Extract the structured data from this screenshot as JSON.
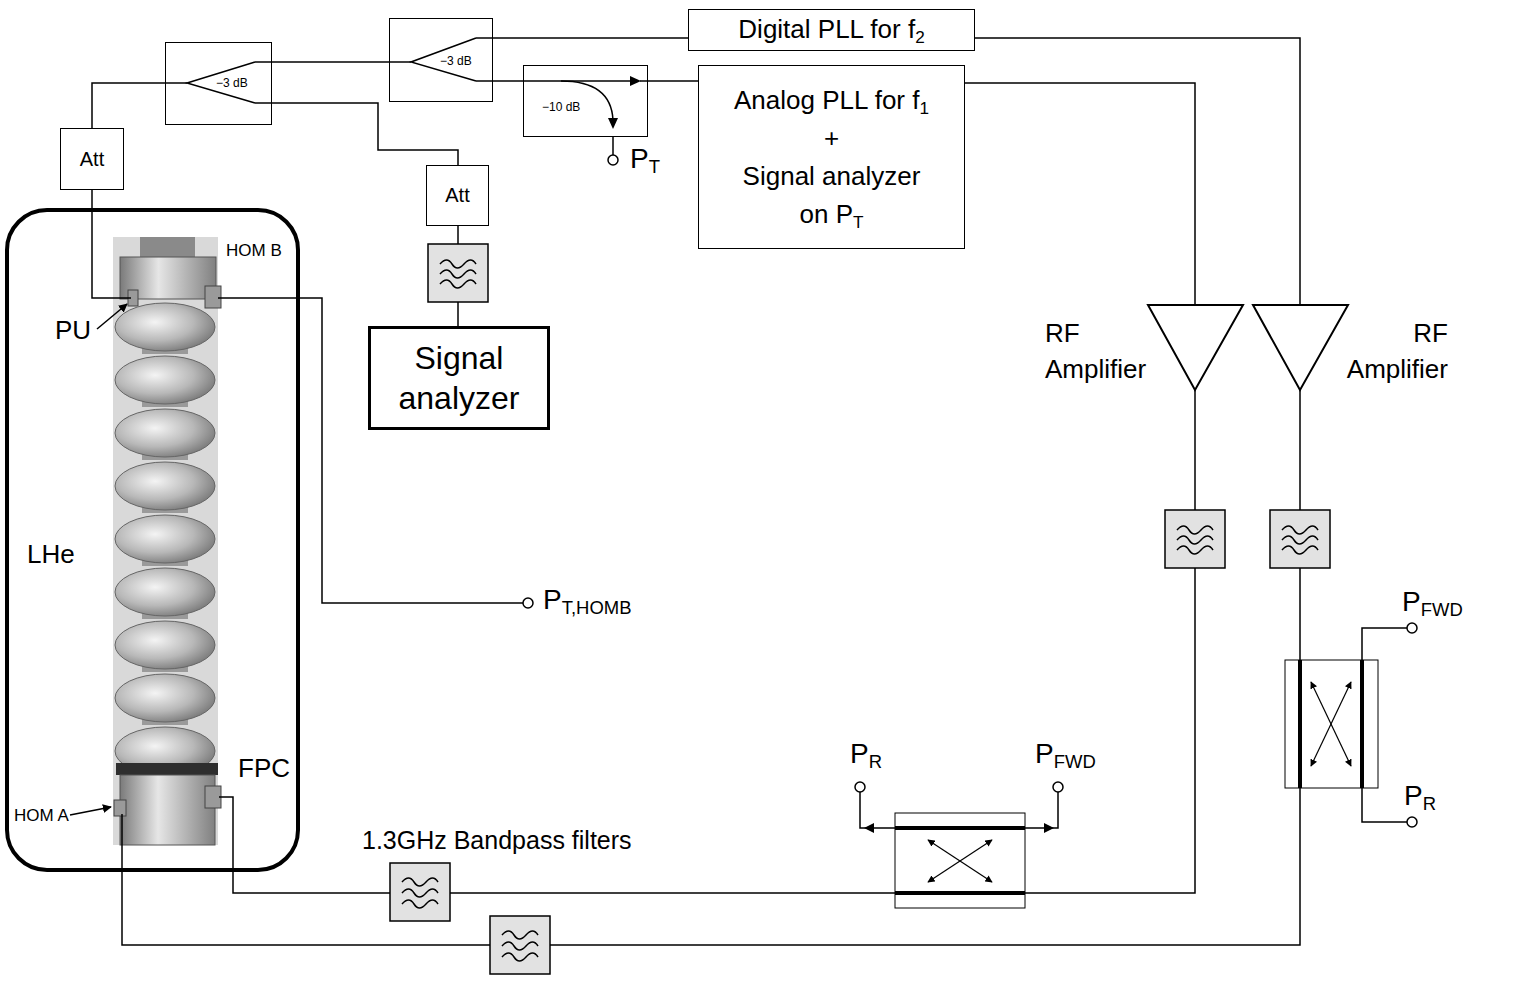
{
  "diagram": {
    "nodes": [
      {
        "text": [
          "Att"
        ]
      },
      {
        "text": [
          "−3 dB"
        ]
      },
      {
        "text": [
          "−3 dB"
        ]
      },
      {
        "text": [
          "−10 dB"
        ]
      },
      {
        "text": [
          "Digital PLL for f2"
        ]
      },
      {
        "text": [
          "Analog PLL for f1 + Signal analyzer on PT"
        ]
      },
      {
        "text": [
          "Att"
        ]
      },
      {
        "text": [
          "Signal analyzer"
        ]
      },
      {
        "text": [
          "LHe"
        ]
      },
      {
        "text": [
          "RF Amplifier"
        ]
      },
      {
        "text": [
          "RF Amplifier"
        ]
      }
    ],
    "edges": [
      {
        "from": 8,
        "to": 0,
        "arrow": "none"
      },
      {
        "from": 0,
        "to": 1,
        "arrow": "none"
      },
      {
        "from": 1,
        "to": 2,
        "arrow": "none"
      },
      {
        "from": 1,
        "to": 6,
        "arrow": "none"
      },
      {
        "from": 2,
        "to": 4,
        "arrow": "none"
      },
      {
        "from": 2,
        "to": 3,
        "arrow": "none"
      },
      {
        "from": 3,
        "to": 5,
        "arrow": "none"
      },
      {
        "from": 6,
        "to": 7,
        "arrow": "none"
      },
      {
        "from": 5,
        "to": 9,
        "arrow": "none"
      },
      {
        "from": 4,
        "to": 10,
        "arrow": "none"
      },
      {
        "from": 9,
        "to": 8,
        "arrow": "none"
      },
      {
        "from": 10,
        "to": 8,
        "arrow": "none"
      }
    ],
    "labels": [
      "PU",
      "HOM B",
      "HOM A",
      "FPC",
      "PT",
      "PT,HOMB",
      "1.3GHz Bandpass filters",
      "PR",
      "PFWD",
      "PFWD",
      "PR"
    ]
  }
}
